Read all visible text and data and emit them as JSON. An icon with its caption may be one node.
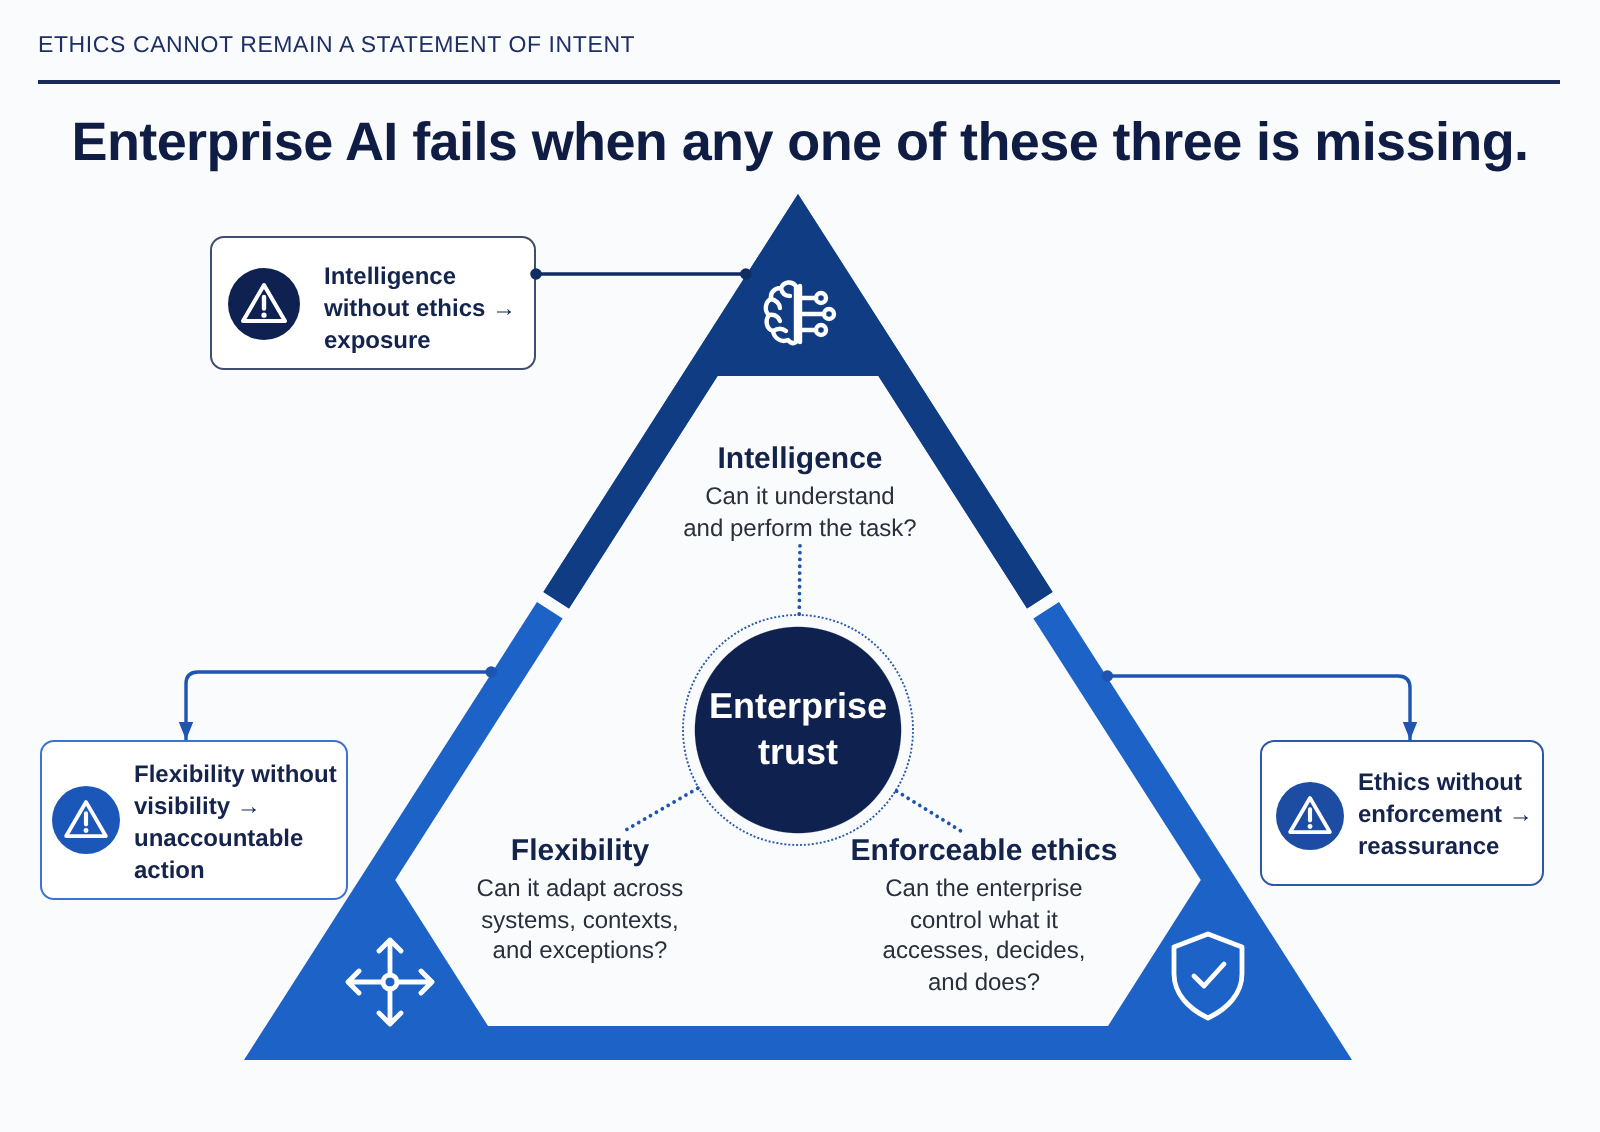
{
  "diagram": {
    "title": "Enterprise AI fails when any one of these three is missing.",
    "nodes": [
      {
        "text": [
          "Intelligence without ethics → exposure"
        ]
      },
      {
        "text": [],
        "shape": "triangle"
      },
      {
        "text": [
          "Intelligence",
          "Can it understand and perform the task?"
        ],
        "in": 1
      },
      {
        "text": [
          "Enterprise trust"
        ],
        "in": 1
      },
      {
        "text": [
          "Flexibility without visibility → unaccountable action"
        ]
      },
      {
        "text": [
          "Ethics without enforcement → reassurance"
        ]
      },
      {
        "text": [
          "Flexibility",
          "Can it adapt across systems, contexts, and exceptions?"
        ],
        "in": 1
      },
      {
        "text": [
          "Enforceable ethics",
          "Can the enterprise control what it accesses, decides, and does?"
        ],
        "in": 1
      }
    ],
    "edges": [
      {
        "from": 0,
        "to": 1,
        "arrow": "other",
        "color": "#0f2d63"
      },
      {
        "from": 1,
        "to": 4,
        "arrow": "to"
      },
      {
        "from": 1,
        "to": 5,
        "arrow": "to"
      },
      {
        "from": 3,
        "to": 2,
        "arrow": "none",
        "style": "dashed"
      },
      {
        "from": 3,
        "to": 6,
        "arrow": "none",
        "style": "dashed"
      },
      {
        "from": 3,
        "to": 7,
        "arrow": "none",
        "style": "dashed"
      }
    ],
    "labels": [
      "ETHICS CANNOT REMAIN A STATEMENT OF INTENT"
    ]
  }
}
